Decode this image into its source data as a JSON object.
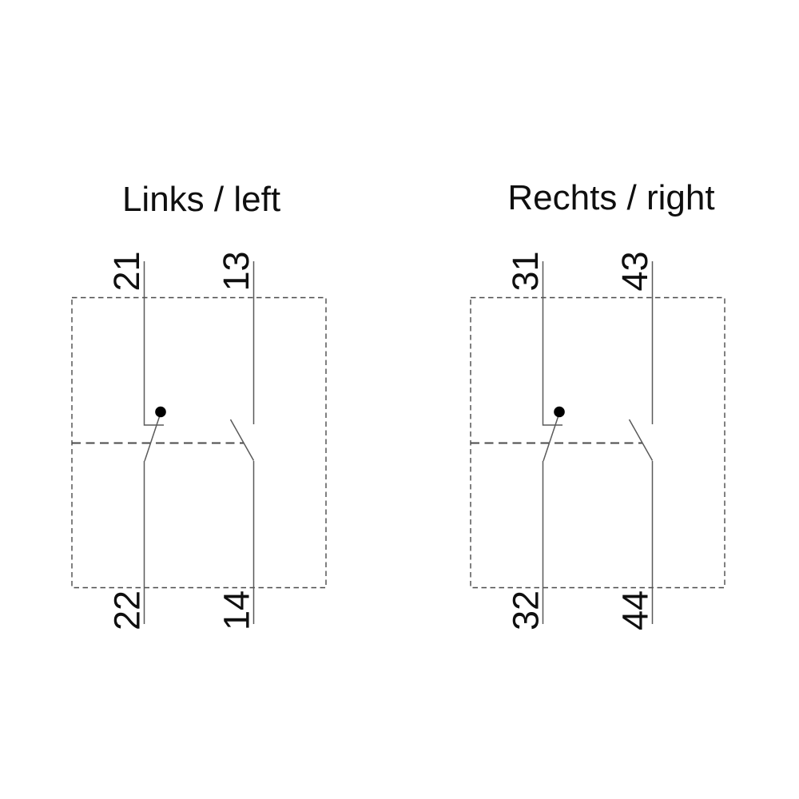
{
  "diagram": {
    "description": "contact-block-schematic",
    "colors": {
      "wire": "#5a5a5a",
      "dashed_line": "#4a4a4a",
      "dot": "#000000",
      "text": "#0f0f0f",
      "background": "#ffffff"
    },
    "left_block": {
      "title": "Links / left",
      "terminals": {
        "top_left": "21",
        "bottom_left": "22",
        "top_right": "13",
        "bottom_right": "14"
      }
    },
    "right_block": {
      "title": "Rechts / right",
      "terminals": {
        "top_left": "31",
        "bottom_left": "32",
        "top_right": "43",
        "bottom_right": "44"
      }
    }
  }
}
